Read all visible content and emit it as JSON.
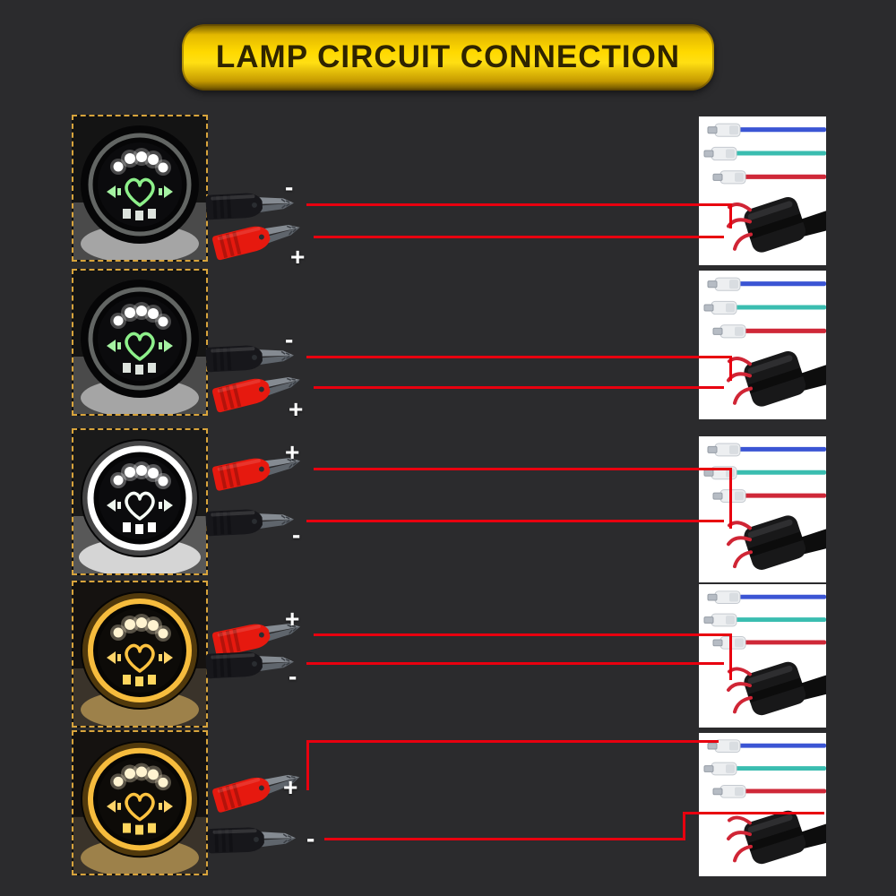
{
  "title": "LAMP CIRCUIT CONNECTION",
  "colors": {
    "background": "#2b2b2d",
    "banner_gold": "#ffd900",
    "banner_text": "#2f2400",
    "dashed_border": "#d8a43c",
    "wire_red": "#e8000f",
    "panel_background": "#ffffff",
    "terminal_wire_blue": "#3b55d4",
    "terminal_wire_teal": "#3abdb0",
    "terminal_wire_red": "#cf2838",
    "halo_green": "#8df08a",
    "halo_white": "#ffffff",
    "halo_amber": "#ffc340",
    "clip_black": "#17171b",
    "clip_red": "#e6190f"
  },
  "rows": [
    {
      "lamp_mode": "white-led-green-heart",
      "clips": [
        {
          "color": "black",
          "polarity": "-"
        },
        {
          "color": "red",
          "polarity": "+"
        }
      ],
      "panel_wires": [
        "blue",
        "teal",
        "red"
      ]
    },
    {
      "lamp_mode": "white-led-green-heart",
      "clips": [
        {
          "color": "black",
          "polarity": "-"
        },
        {
          "color": "red",
          "polarity": "+"
        }
      ],
      "panel_wires": [
        "blue",
        "teal",
        "red"
      ]
    },
    {
      "lamp_mode": "white-halo",
      "clips": [
        {
          "color": "red",
          "polarity": "+"
        },
        {
          "color": "black",
          "polarity": "-"
        }
      ],
      "panel_wires": [
        "blue",
        "teal",
        "red"
      ]
    },
    {
      "lamp_mode": "amber-halo",
      "clips": [
        {
          "color": "red",
          "polarity": "+"
        },
        {
          "color": "black",
          "polarity": "-"
        }
      ],
      "panel_wires": [
        "blue",
        "teal",
        "red"
      ]
    },
    {
      "lamp_mode": "amber-halo",
      "clips": [
        {
          "color": "red",
          "polarity": "+"
        },
        {
          "color": "black",
          "polarity": "-"
        }
      ],
      "panel_wires": [
        "blue",
        "teal",
        "red"
      ]
    }
  ]
}
